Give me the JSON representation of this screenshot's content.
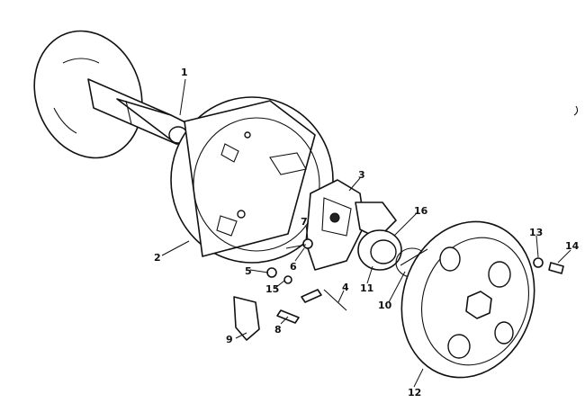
{
  "diagram": {
    "callouts": [
      {
        "id": "1",
        "label": "1"
      },
      {
        "id": "2",
        "label": "2"
      },
      {
        "id": "3",
        "label": "3"
      },
      {
        "id": "4",
        "label": "4"
      },
      {
        "id": "5",
        "label": "5"
      },
      {
        "id": "6",
        "label": "6"
      },
      {
        "id": "7",
        "label": "7"
      },
      {
        "id": "8",
        "label": "8"
      },
      {
        "id": "9",
        "label": "9"
      },
      {
        "id": "10",
        "label": "10"
      },
      {
        "id": "11",
        "label": "11"
      },
      {
        "id": "12",
        "label": "12"
      },
      {
        "id": "13",
        "label": "13"
      },
      {
        "id": "14",
        "label": "14"
      },
      {
        "id": "15",
        "label": "15"
      },
      {
        "id": "16",
        "label": "16"
      }
    ],
    "colors": {
      "ink": "#111111",
      "paper": "#ffffff"
    }
  }
}
